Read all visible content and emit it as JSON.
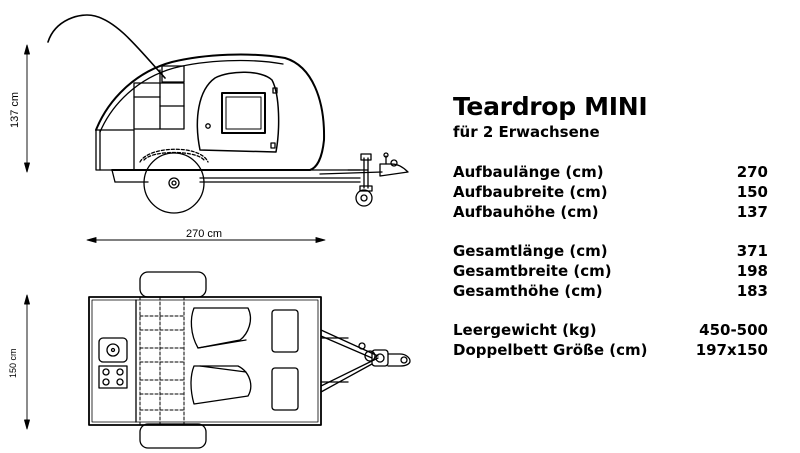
{
  "dimensions": {
    "height_side": "137 cm",
    "length_side": "270 cm",
    "width_top": "150 cm"
  },
  "title": "Teardrop MINI",
  "subtitle": "für 2 Erwachsene",
  "spec_groups": [
    [
      {
        "label": "Aufbaulänge (cm)",
        "value": "270"
      },
      {
        "label": "Aufbaubreite (cm)",
        "value": "150"
      },
      {
        "label": "Aufbauhöhe (cm)",
        "value": "137"
      }
    ],
    [
      {
        "label": "Gesamtlänge (cm)",
        "value": "371"
      },
      {
        "label": "Gesamtbreite (cm)",
        "value": "198"
      },
      {
        "label": "Gesamthöhe (cm)",
        "value": "183"
      }
    ],
    [
      {
        "label": "Leergewicht (kg)",
        "value": "450-500"
      },
      {
        "label": "Doppelbett Größe (cm)",
        "value": "197x150"
      }
    ]
  ]
}
